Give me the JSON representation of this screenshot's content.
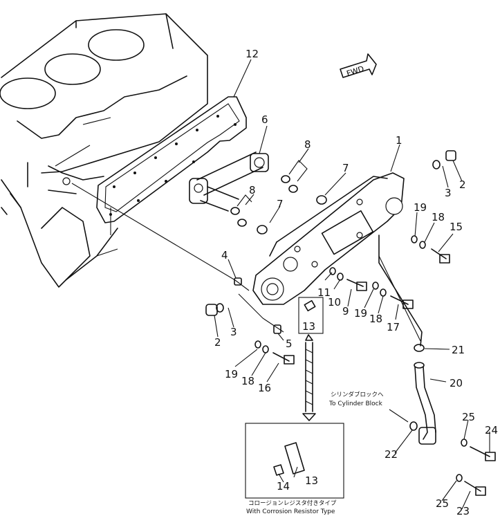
{
  "diagram": {
    "fwd_label": "FWD",
    "callouts": [
      "1",
      "2",
      "2",
      "3",
      "3",
      "4",
      "5",
      "6",
      "7",
      "7",
      "8",
      "8",
      "9",
      "10",
      "11",
      "12",
      "13",
      "13",
      "14",
      "15",
      "16",
      "17",
      "18",
      "18",
      "18",
      "19",
      "19",
      "19",
      "20",
      "21",
      "22",
      "23",
      "24",
      "25",
      "25"
    ],
    "note_cylinder_block_ja": "シリンダブロックへ",
    "note_cylinder_block_en": "To Cylinder Block",
    "inset_caption_ja": "コロージョンレジスタ付きタイプ",
    "inset_caption_en": "With Corrosion Resistor Type"
  }
}
